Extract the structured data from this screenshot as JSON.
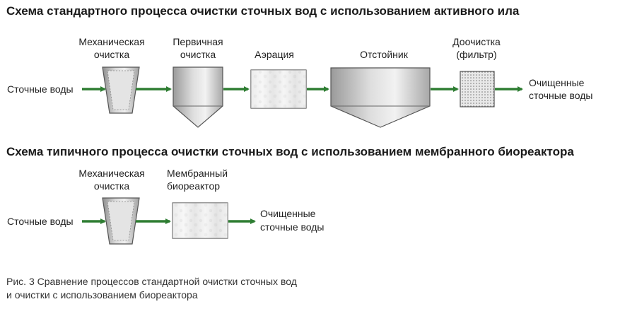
{
  "titles": {
    "activated_sludge": "Схема стандартного процесса очистки сточных вод с использованием активного ила",
    "membrane_bioreactor": "Схема типичного процесса очистки сточных вод с использованием мембранного биореактора"
  },
  "top_process": {
    "input": "Сточные воды",
    "mechanical": [
      "Механическая",
      "очистка"
    ],
    "primary": [
      "Первичная",
      "очистка"
    ],
    "aeration": "Аэрация",
    "settler": "Отстойник",
    "post_treatment": [
      "Доочистка",
      "(фильтр)"
    ],
    "output": [
      "Очищенные",
      "сточные воды"
    ]
  },
  "bottom_process": {
    "input": "Сточные воды",
    "mechanical": [
      "Механическая",
      "очистка"
    ],
    "membrane": [
      "Мембранный",
      "биореактор"
    ],
    "output": [
      "Очищенные",
      "сточные воды"
    ]
  },
  "caption": [
    "Рис. 3 Сравнение процессов стандартной очистки сточных вод",
    "и очистки с использованием биореактора"
  ],
  "colors": {
    "arrow": "#2e7d32",
    "vessel": "#b8b8b8",
    "title": "#1a1a1a"
  }
}
